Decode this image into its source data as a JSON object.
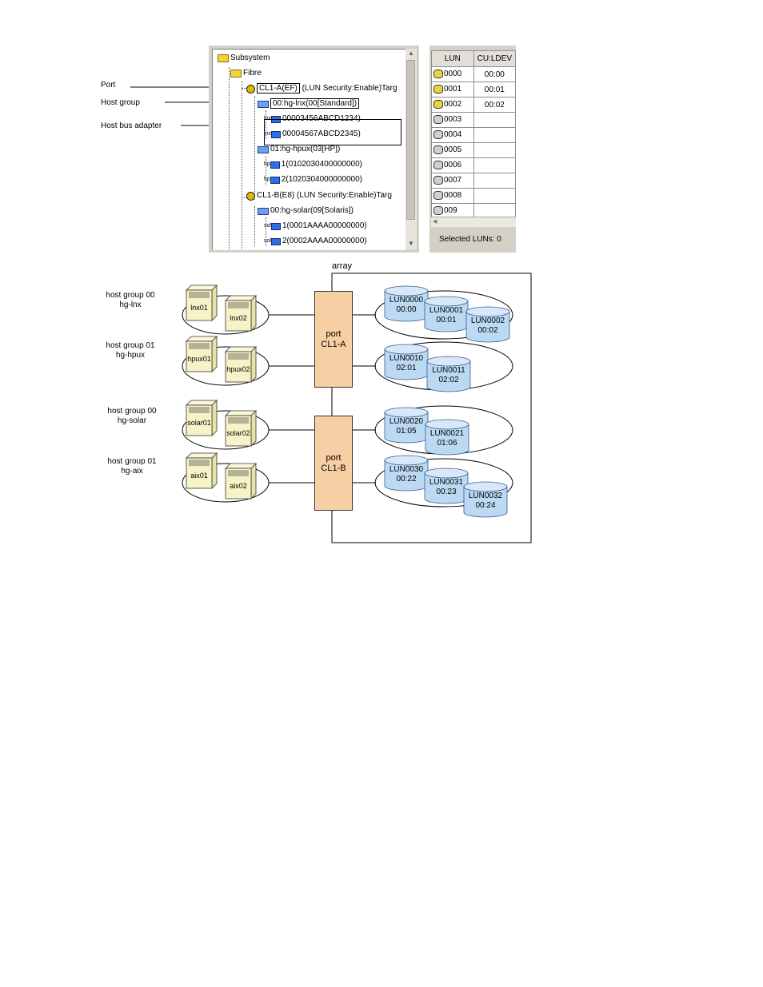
{
  "callouts": {
    "port": "Port",
    "host_group": "Host group",
    "host_bus_adapter": "Host bus adapter"
  },
  "tree": {
    "subsystem": "Subsystem",
    "fibre": "Fibre",
    "port_a": "CL1-A(EF)",
    "port_a_suffix": " (LUN Security:Enable)Targ",
    "hg_lnx": "00:hg-lnx(00[Standard])",
    "hba_lnx1": "00003456ABCD1234)",
    "hba_lnx2": "00004567ABCD2345)",
    "hg_hpux": "01:hg-hpux(03[HP])",
    "hba_hpux1": "1(0102030400000000)",
    "hba_hpux2": "2(1020304000000000)",
    "port_b": "CL1-B(E8) (LUN Security:Enable)Targ",
    "hg_solar": "00:hg-solar(09[Solaris])",
    "hba_solar1": "1(0001AAAA00000000)",
    "hba_solar2": "2(0002AAAA00000000)",
    "prefix_lnx": "lnx",
    "prefix_hp": "hp",
    "prefix_sol": "sol"
  },
  "lun_table": {
    "headers": [
      "LUN",
      "CU:LDEV"
    ],
    "rows": [
      {
        "lun": "0000",
        "cu": "00:00",
        "state": "on"
      },
      {
        "lun": "0001",
        "cu": "00:01",
        "state": "on"
      },
      {
        "lun": "0002",
        "cu": "00:02",
        "state": "on"
      },
      {
        "lun": "0003",
        "cu": "",
        "state": "off"
      },
      {
        "lun": "0004",
        "cu": "",
        "state": "off"
      },
      {
        "lun": "0005",
        "cu": "",
        "state": "off"
      },
      {
        "lun": "0006",
        "cu": "",
        "state": "off"
      },
      {
        "lun": "0007",
        "cu": "",
        "state": "off"
      },
      {
        "lun": "0008",
        "cu": "",
        "state": "off"
      },
      {
        "lun": "009",
        "cu": "",
        "state": "off"
      }
    ],
    "selected": "Selected LUNs: 0"
  },
  "diagram": {
    "array_label": "array",
    "host_groups": [
      {
        "line1": "host group 00",
        "line2": "hg-lnx",
        "servers": [
          "lnx01",
          "lnx02"
        ]
      },
      {
        "line1": "host group 01",
        "line2": "hg-hpux",
        "servers": [
          "hpux01",
          "hpux02"
        ]
      },
      {
        "line1": "host group 00",
        "line2": "hg-solar",
        "servers": [
          "solar01",
          "solar02"
        ]
      },
      {
        "line1": "host group 01",
        "line2": "hg-aix",
        "servers": [
          "aix01",
          "aix02"
        ]
      }
    ],
    "ports": [
      {
        "line1": "port",
        "line2": "CL1-A"
      },
      {
        "line1": "port",
        "line2": "CL1-B"
      }
    ],
    "lun_groups": [
      [
        {
          "name": "LUN0000",
          "ldev": "00:00"
        },
        {
          "name": "LUN0001",
          "ldev": "00:01"
        },
        {
          "name": "LUN0002",
          "ldev": "00:02"
        }
      ],
      [
        {
          "name": "LUN0010",
          "ldev": "02:01"
        },
        {
          "name": "LUN0011",
          "ldev": "02:02"
        }
      ],
      [
        {
          "name": "LUN0020",
          "ldev": "01:05"
        },
        {
          "name": "LUN0021",
          "ldev": "01:06"
        }
      ],
      [
        {
          "name": "LUN0030",
          "ldev": "00:22"
        },
        {
          "name": "LUN0031",
          "ldev": "00:23"
        },
        {
          "name": "LUN0032",
          "ldev": "00:24"
        }
      ]
    ],
    "colors": {
      "server_fill": "#f7f3c6",
      "port_fill": "#f7cfa4",
      "cylinder_fill": "#bcd9f4",
      "cylinder_stroke": "#3a5a8a"
    }
  }
}
